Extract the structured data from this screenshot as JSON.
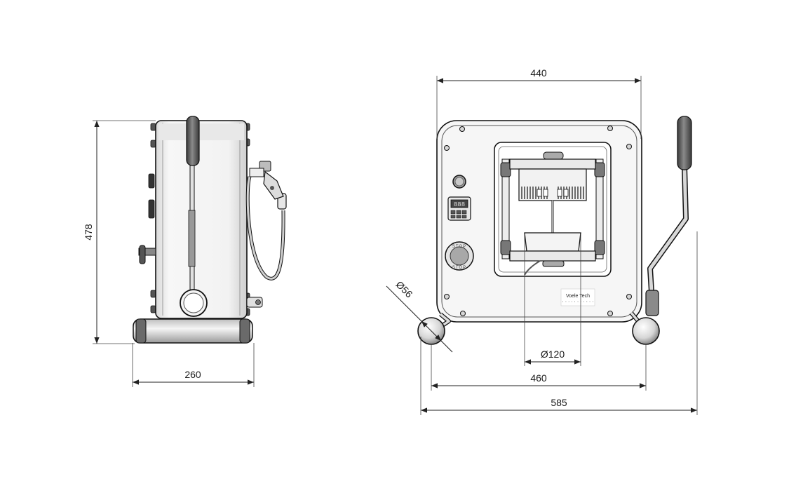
{
  "dimensions": {
    "side_height": "478",
    "side_width": "260",
    "front_width_top": "440",
    "wheel_diameter": "Ø56",
    "platen_diameter": "Ø120",
    "wheelbase": "460",
    "overall_width": "585"
  },
  "front_view": {
    "brand_label": "Voele Tech",
    "brand_sub": "· · · · · · · · · · ·",
    "stop_label_top": "STOP",
    "stop_label_bottom": "STOP",
    "display_readout": "888"
  },
  "colors": {
    "line": "#111111",
    "body_fill": "#f4f4f4",
    "dark_part": "#555555"
  }
}
